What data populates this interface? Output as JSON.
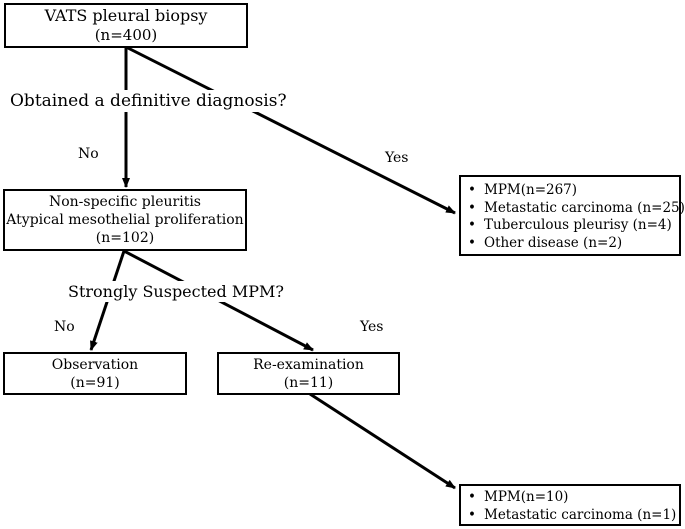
{
  "nodes": {
    "vats": {
      "title": "VATS pleural biopsy",
      "count": "(n=400)"
    },
    "nonspecific": {
      "line1": "Non-specific pleuritis",
      "line2": "Atypical mesothelial proliferation",
      "count": "(n=102)"
    },
    "observation": {
      "title": "Observation",
      "count": "(n=91)"
    },
    "reexam": {
      "title": "Re-examination",
      "count": "(n=11)"
    },
    "definitive_list": {
      "items": [
        "MPM(n=267)",
        "Metastatic carcinoma (n=25)",
        "Tuberculous pleurisy (n=4)",
        "Other disease (n=2)"
      ]
    },
    "reexam_list": {
      "items": [
        "MPM(n=10)",
        "Metastatic carcinoma (n=1)"
      ]
    }
  },
  "questions": {
    "q1": "Obtained a definitive diagnosis?",
    "q2": "Strongly Suspected MPM?"
  },
  "branch_labels": {
    "q1_no": "No",
    "q1_yes": "Yes",
    "q2_no": "No",
    "q2_yes": "Yes"
  }
}
